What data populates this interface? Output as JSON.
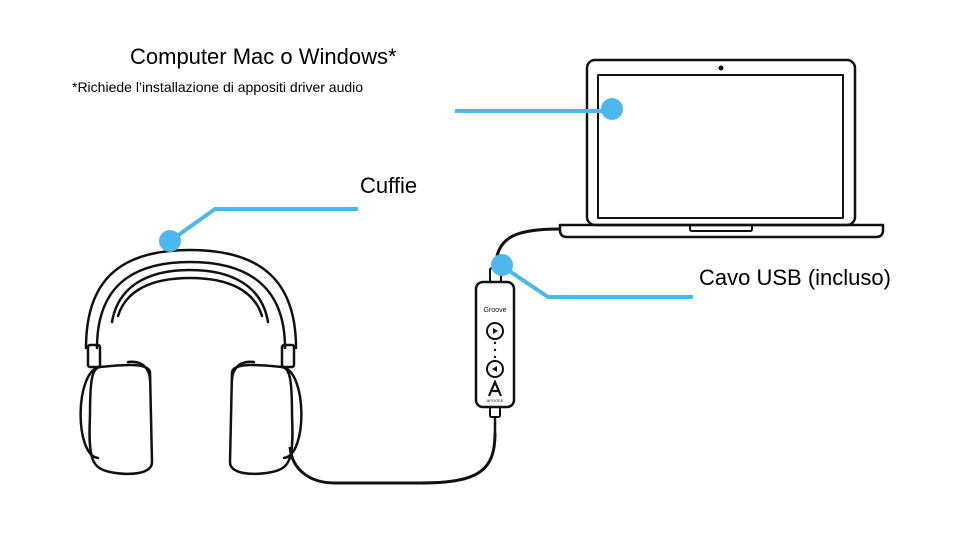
{
  "labels": {
    "computer": "Computer Mac o Windows*",
    "computer_note": "*Richiede l’installazione di appositi driver audio",
    "headphones": "Cuffie",
    "usb_cable": "Cavo USB (incluso)"
  },
  "device": {
    "brand_text": "Groove",
    "maker_text": "APOGEE"
  },
  "colors": {
    "callout": "#4db8ee",
    "line_art": "#111111",
    "background": "#ffffff"
  },
  "icons": [
    "laptop-icon",
    "headphones-icon",
    "usb-dac-icon"
  ]
}
